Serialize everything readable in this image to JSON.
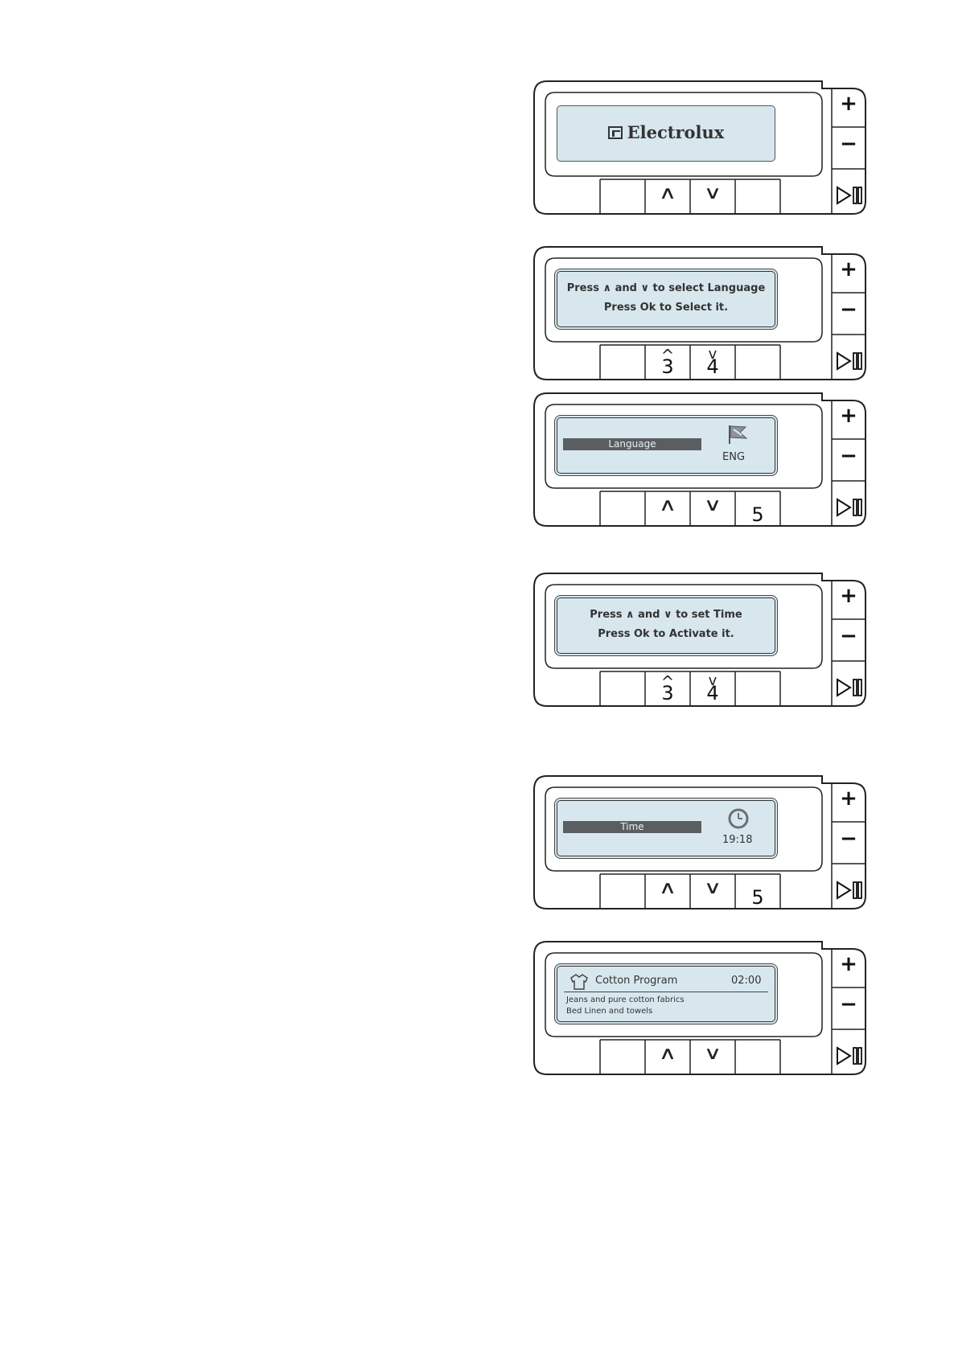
{
  "panels": {
    "p1": {
      "brand": "Electrolux"
    },
    "p2": {
      "line1_a": "Press",
      "line1_b": "and",
      "line1_c": "to select Language",
      "line2": "Press Ok to Select it.",
      "key_up_num": "3",
      "key_down_num": "4"
    },
    "p3": {
      "menu_label": "Language",
      "value": "ENG",
      "ok_num": "5"
    },
    "p4": {
      "line1_a": "Press",
      "line1_b": "and",
      "line1_c": "to set Time",
      "line2": "Press Ok to Activate it.",
      "key_up_num": "3",
      "key_down_num": "4"
    },
    "p5": {
      "menu_label": "Time",
      "value": "19:18",
      "ok_num": "5"
    },
    "p6": {
      "program": "Cotton Program",
      "duration": "02:00",
      "desc1": "Jeans and pure cotton fabrics",
      "desc2": "Bed Linen and towels"
    }
  },
  "keys": {
    "plus": "+",
    "minus": "−"
  },
  "icons": {
    "logo": "electrolux-logo",
    "flag": "flag-icon",
    "clock": "clock-icon",
    "shirt": "shirt-icon",
    "up": "chevron-up-icon",
    "down": "chevron-down-icon",
    "play_pause": "play-pause-icon"
  },
  "colors": {
    "screen": "#d8e7ee",
    "selection_bar": "#5b5e60"
  }
}
